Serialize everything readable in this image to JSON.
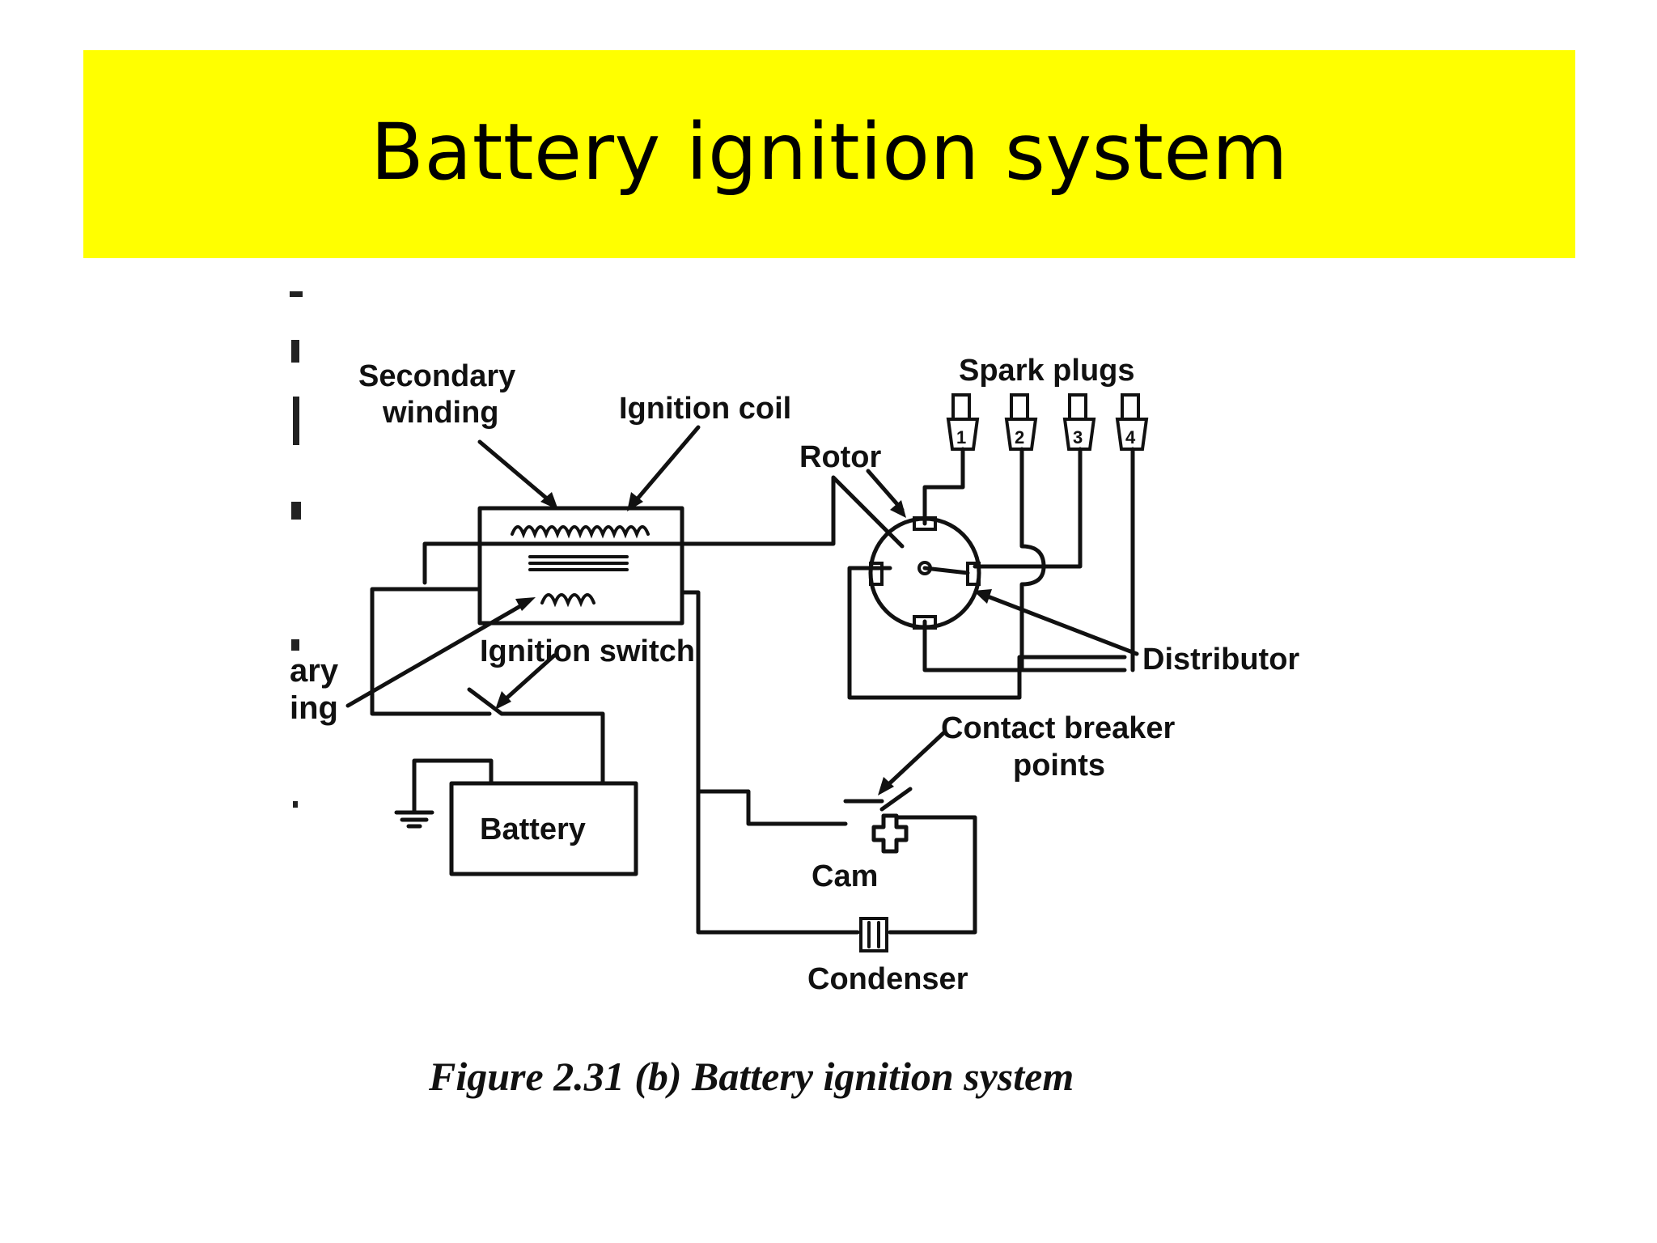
{
  "slide": {
    "title": "Battery ignition system",
    "accent_color": "#ffff00"
  },
  "diagram": {
    "labels": {
      "secondary_line1": "Secondary",
      "secondary_line2": "winding",
      "ignition_coil": "Ignition coil",
      "spark_plugs": "Spark plugs",
      "rotor": "Rotor",
      "ignition_switch": "Ignition switch",
      "distributor": "Distributor",
      "contact_line1": "Contact breaker",
      "contact_line2": "points",
      "battery": "Battery",
      "cam": "Cam",
      "condenser": "Condenser",
      "primary_fragment_line1": "ary",
      "primary_fragment_line2": "ing"
    },
    "plug_numbers": [
      "1",
      "2",
      "3",
      "4"
    ],
    "caption": "Figure 2.31 (b) Battery ignition system"
  }
}
